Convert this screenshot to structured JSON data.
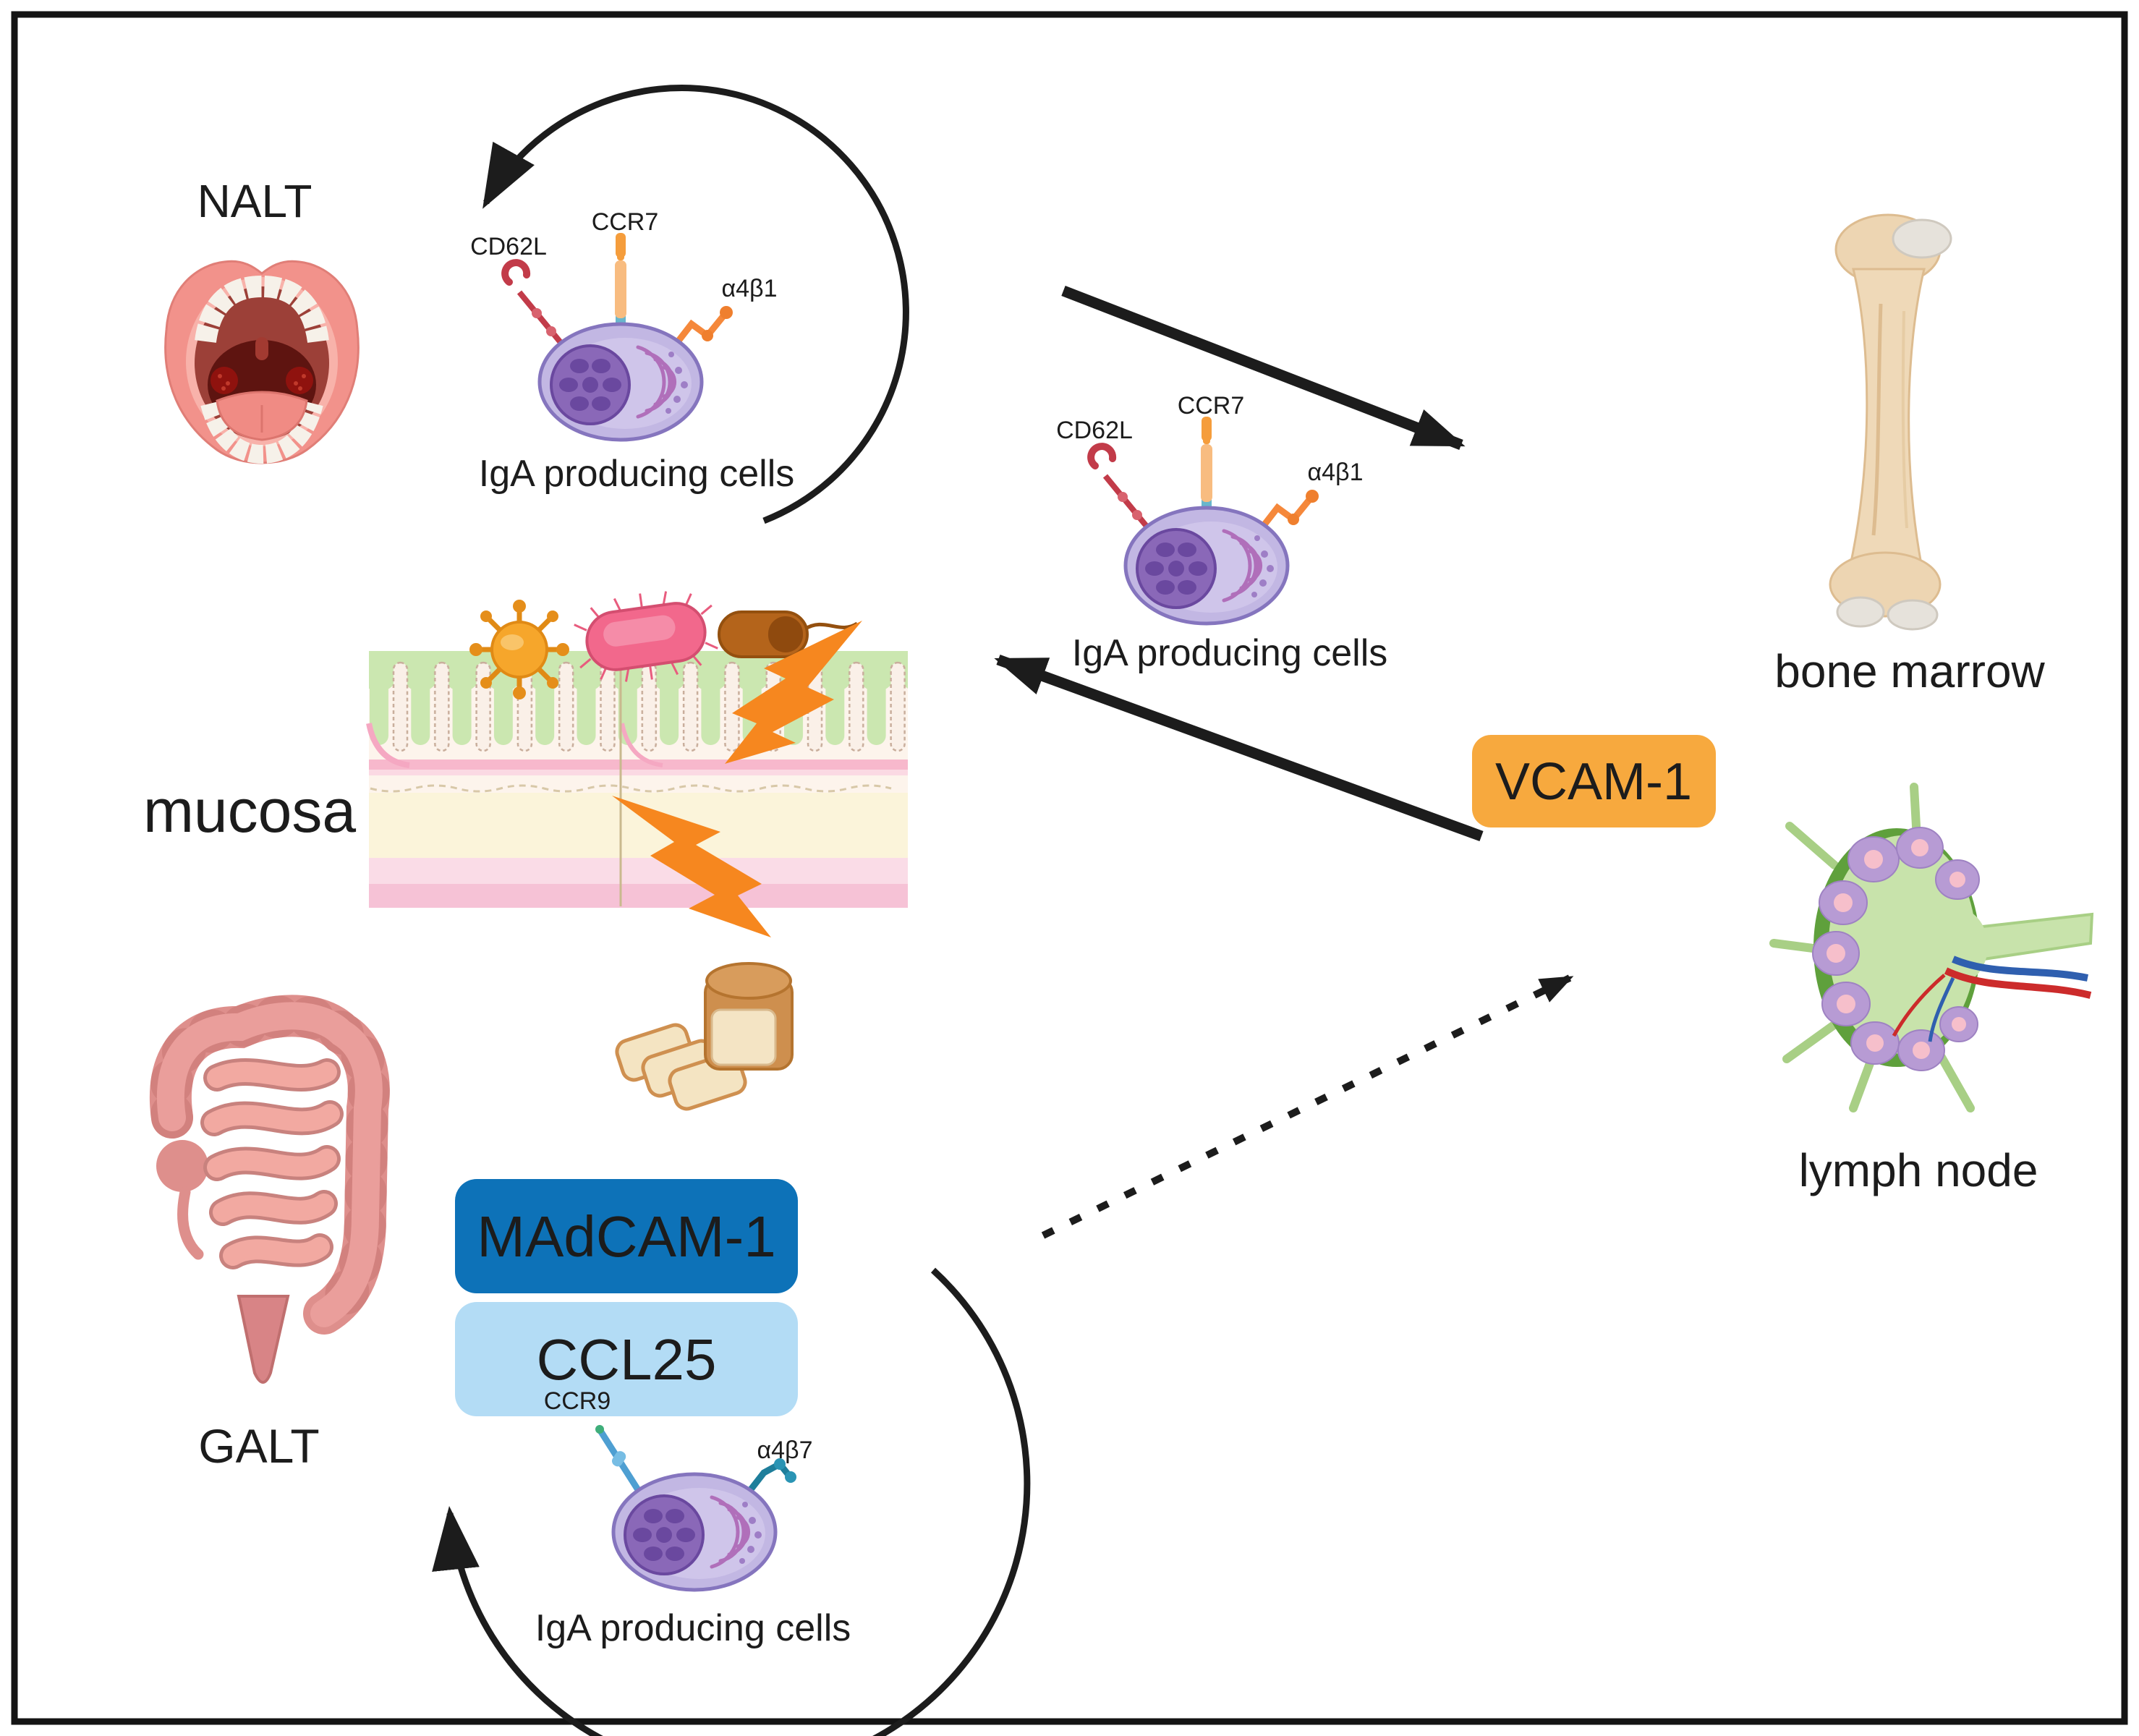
{
  "figure": {
    "background": "#ffffff",
    "border_color": "#141414",
    "arrow_color": "#1c1c1c"
  },
  "labels": {
    "nalt": "NALT",
    "mucosa": "mucosa",
    "galt": "GALT",
    "bone_marrow": "bone marrow",
    "lymph_node": "lymph node"
  },
  "molecule_badges": {
    "vcam1": {
      "label": "VCAM-1",
      "color": "#F7A93E"
    },
    "madcam1": {
      "label": "MAdCAM-1",
      "color": "#0D72B8"
    },
    "ccl25": {
      "label": "CCL25",
      "color": "#B3DCF5"
    }
  },
  "cells": {
    "nalt_cell": {
      "caption": "IgA producing cells",
      "receptors": {
        "cd62l": "CD62L",
        "ccr7": "CCR7",
        "a4b1": "α4β1"
      }
    },
    "circulating_cell": {
      "caption": "IgA producing cells",
      "receptors": {
        "cd62l": "CD62L",
        "ccr7": "CCR7",
        "a4b1": "α4β1"
      }
    },
    "galt_cell": {
      "caption": "IgA producing cells",
      "receptors": {
        "ccr9": "CCR9",
        "a4b7": "α4β7"
      }
    }
  },
  "illustrations": {
    "mouth": "open-mouth-oral-cavity",
    "epithelium": "mucosal-epithelium-layers",
    "pathogens": [
      "virus",
      "bacterium-pink-ciliated",
      "bacterium-brown-flagellated"
    ],
    "stress_bolts": [
      "lightning-bolt-upper",
      "lightning-bolt-lower"
    ],
    "food": "bread-loaf-with-slices",
    "intestine": "large-and-small-intestine",
    "bone": "long-bone",
    "lymph_node": "lymph-node-cross-section"
  },
  "colors": {
    "cell_body": "#C2B7E3",
    "cell_nucleus": "#8A68B8",
    "receptor_red": "#C23B49",
    "receptor_orange": "#F59D3C",
    "receptor_blue": "#4E9FD2",
    "receptor_teal": "#1E7E9B",
    "lightning": "#F6871F",
    "epithelium_green": "#CBE7B0",
    "intestine_pink": "#DE8F8C",
    "bone_tan": "#EFD9B8",
    "lymph_green": "#5FA03C"
  }
}
